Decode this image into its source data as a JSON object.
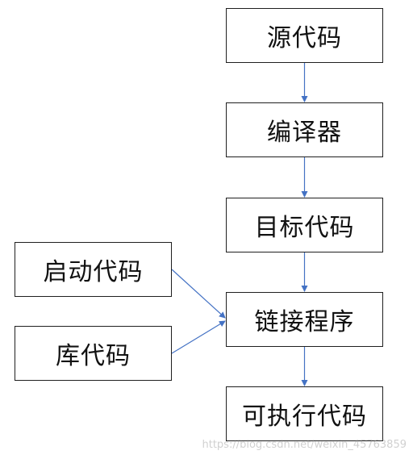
{
  "diagram": {
    "nodes": {
      "source": "源代码",
      "compiler": "编译器",
      "object": "目标代码",
      "linker": "链接程序",
      "executable": "可执行代码",
      "startup": "启动代码",
      "library": "库代码"
    },
    "edge_color": "#4472C4",
    "watermark": "https://blog.csdn.net/weixin_45763859"
  }
}
